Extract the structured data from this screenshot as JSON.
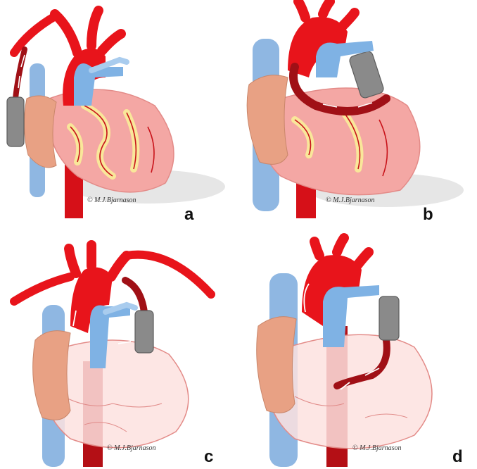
{
  "panels": [
    {
      "letter": "a",
      "credit": "© M.J.Bjarnason"
    },
    {
      "letter": "b",
      "credit": "© M.J.Bjarnason"
    },
    {
      "letter": "c",
      "credit": "© M.J.Bjarnason"
    },
    {
      "letter": "d",
      "credit": "© M.J.Bjarnason"
    }
  ],
  "colors": {
    "artery": "#e8141b",
    "artery_dark": "#b80f14",
    "vein": "#7fb2e4",
    "vein_light": "#a9ccee",
    "heart": "#f4a7a4",
    "heart_light": "#fde2df",
    "atrium": "#e8a184",
    "fat": "#f9e79a",
    "coronary": "#c8131a",
    "pump": "#8a8a8a",
    "shadow": "#e6e6e6"
  }
}
